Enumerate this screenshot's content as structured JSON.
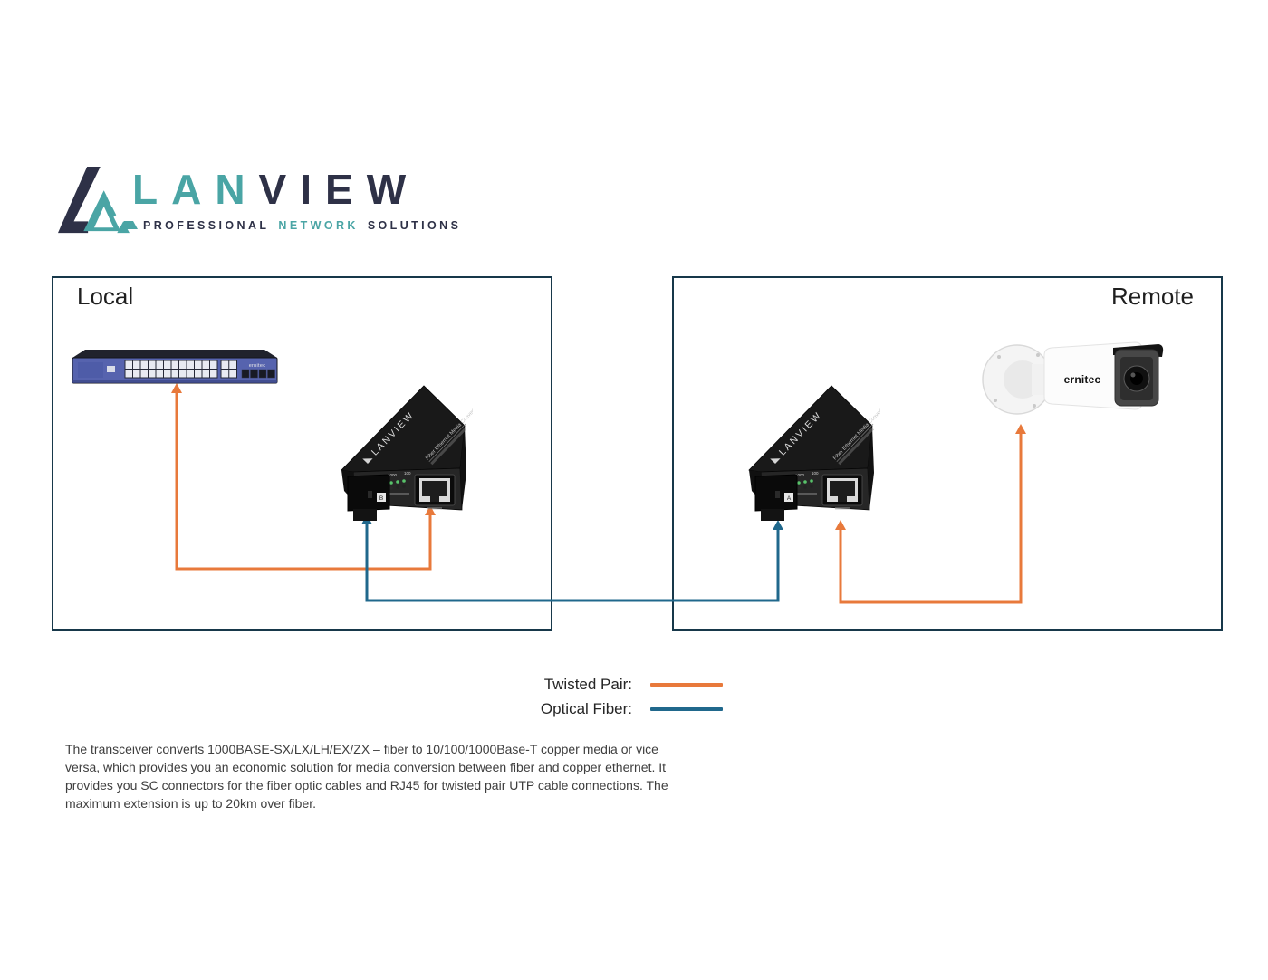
{
  "logo": {
    "word_part1": "LAN",
    "word_part2": "VIEW",
    "tagline_part1": "PROFESSIONAL",
    "tagline_part2": "NETWORK",
    "tagline_part3": "SOLUTIONS"
  },
  "zones": {
    "local": {
      "title": "Local"
    },
    "remote": {
      "title": "Remote"
    }
  },
  "devices": {
    "switch": {
      "brand": "ernitec"
    },
    "local_converter": {
      "brand": "LANVIEW",
      "top_label": "Fiber Ethernet Media Converter",
      "led_label_1": "1000",
      "led_label_2": "100",
      "sc_port_label": "B"
    },
    "remote_converter": {
      "brand": "LANVIEW",
      "top_label": "Fiber Ethernet Media Converter",
      "led_label_1": "1000",
      "led_label_2": "100",
      "sc_port_label": "A"
    },
    "camera": {
      "brand": "ernitec"
    }
  },
  "legend": {
    "twisted_pair": {
      "label": "Twisted Pair:",
      "color": "#E8793B"
    },
    "optical_fiber": {
      "label": "Optical Fiber:",
      "color": "#20688C"
    }
  },
  "description": "The transceiver  converts 1000BASE-SX/LX/LH/EX/ZX – fiber to 10/100/1000Base-T copper media or vice versa, which provides you an economic solution for media conversion between fiber and copper ethernet. It provides you SC connectors for the fiber optic cables and RJ45 for twisted pair UTP cable connections. The maximum extension is up to 20km over fiber.",
  "colors": {
    "twisted_pair": "#E8793B",
    "optical_fiber": "#20688C",
    "box_border": "#17384A",
    "logo_navy": "#2E3147",
    "logo_teal": "#4AA5A5",
    "switch_face": "#5663AE"
  }
}
